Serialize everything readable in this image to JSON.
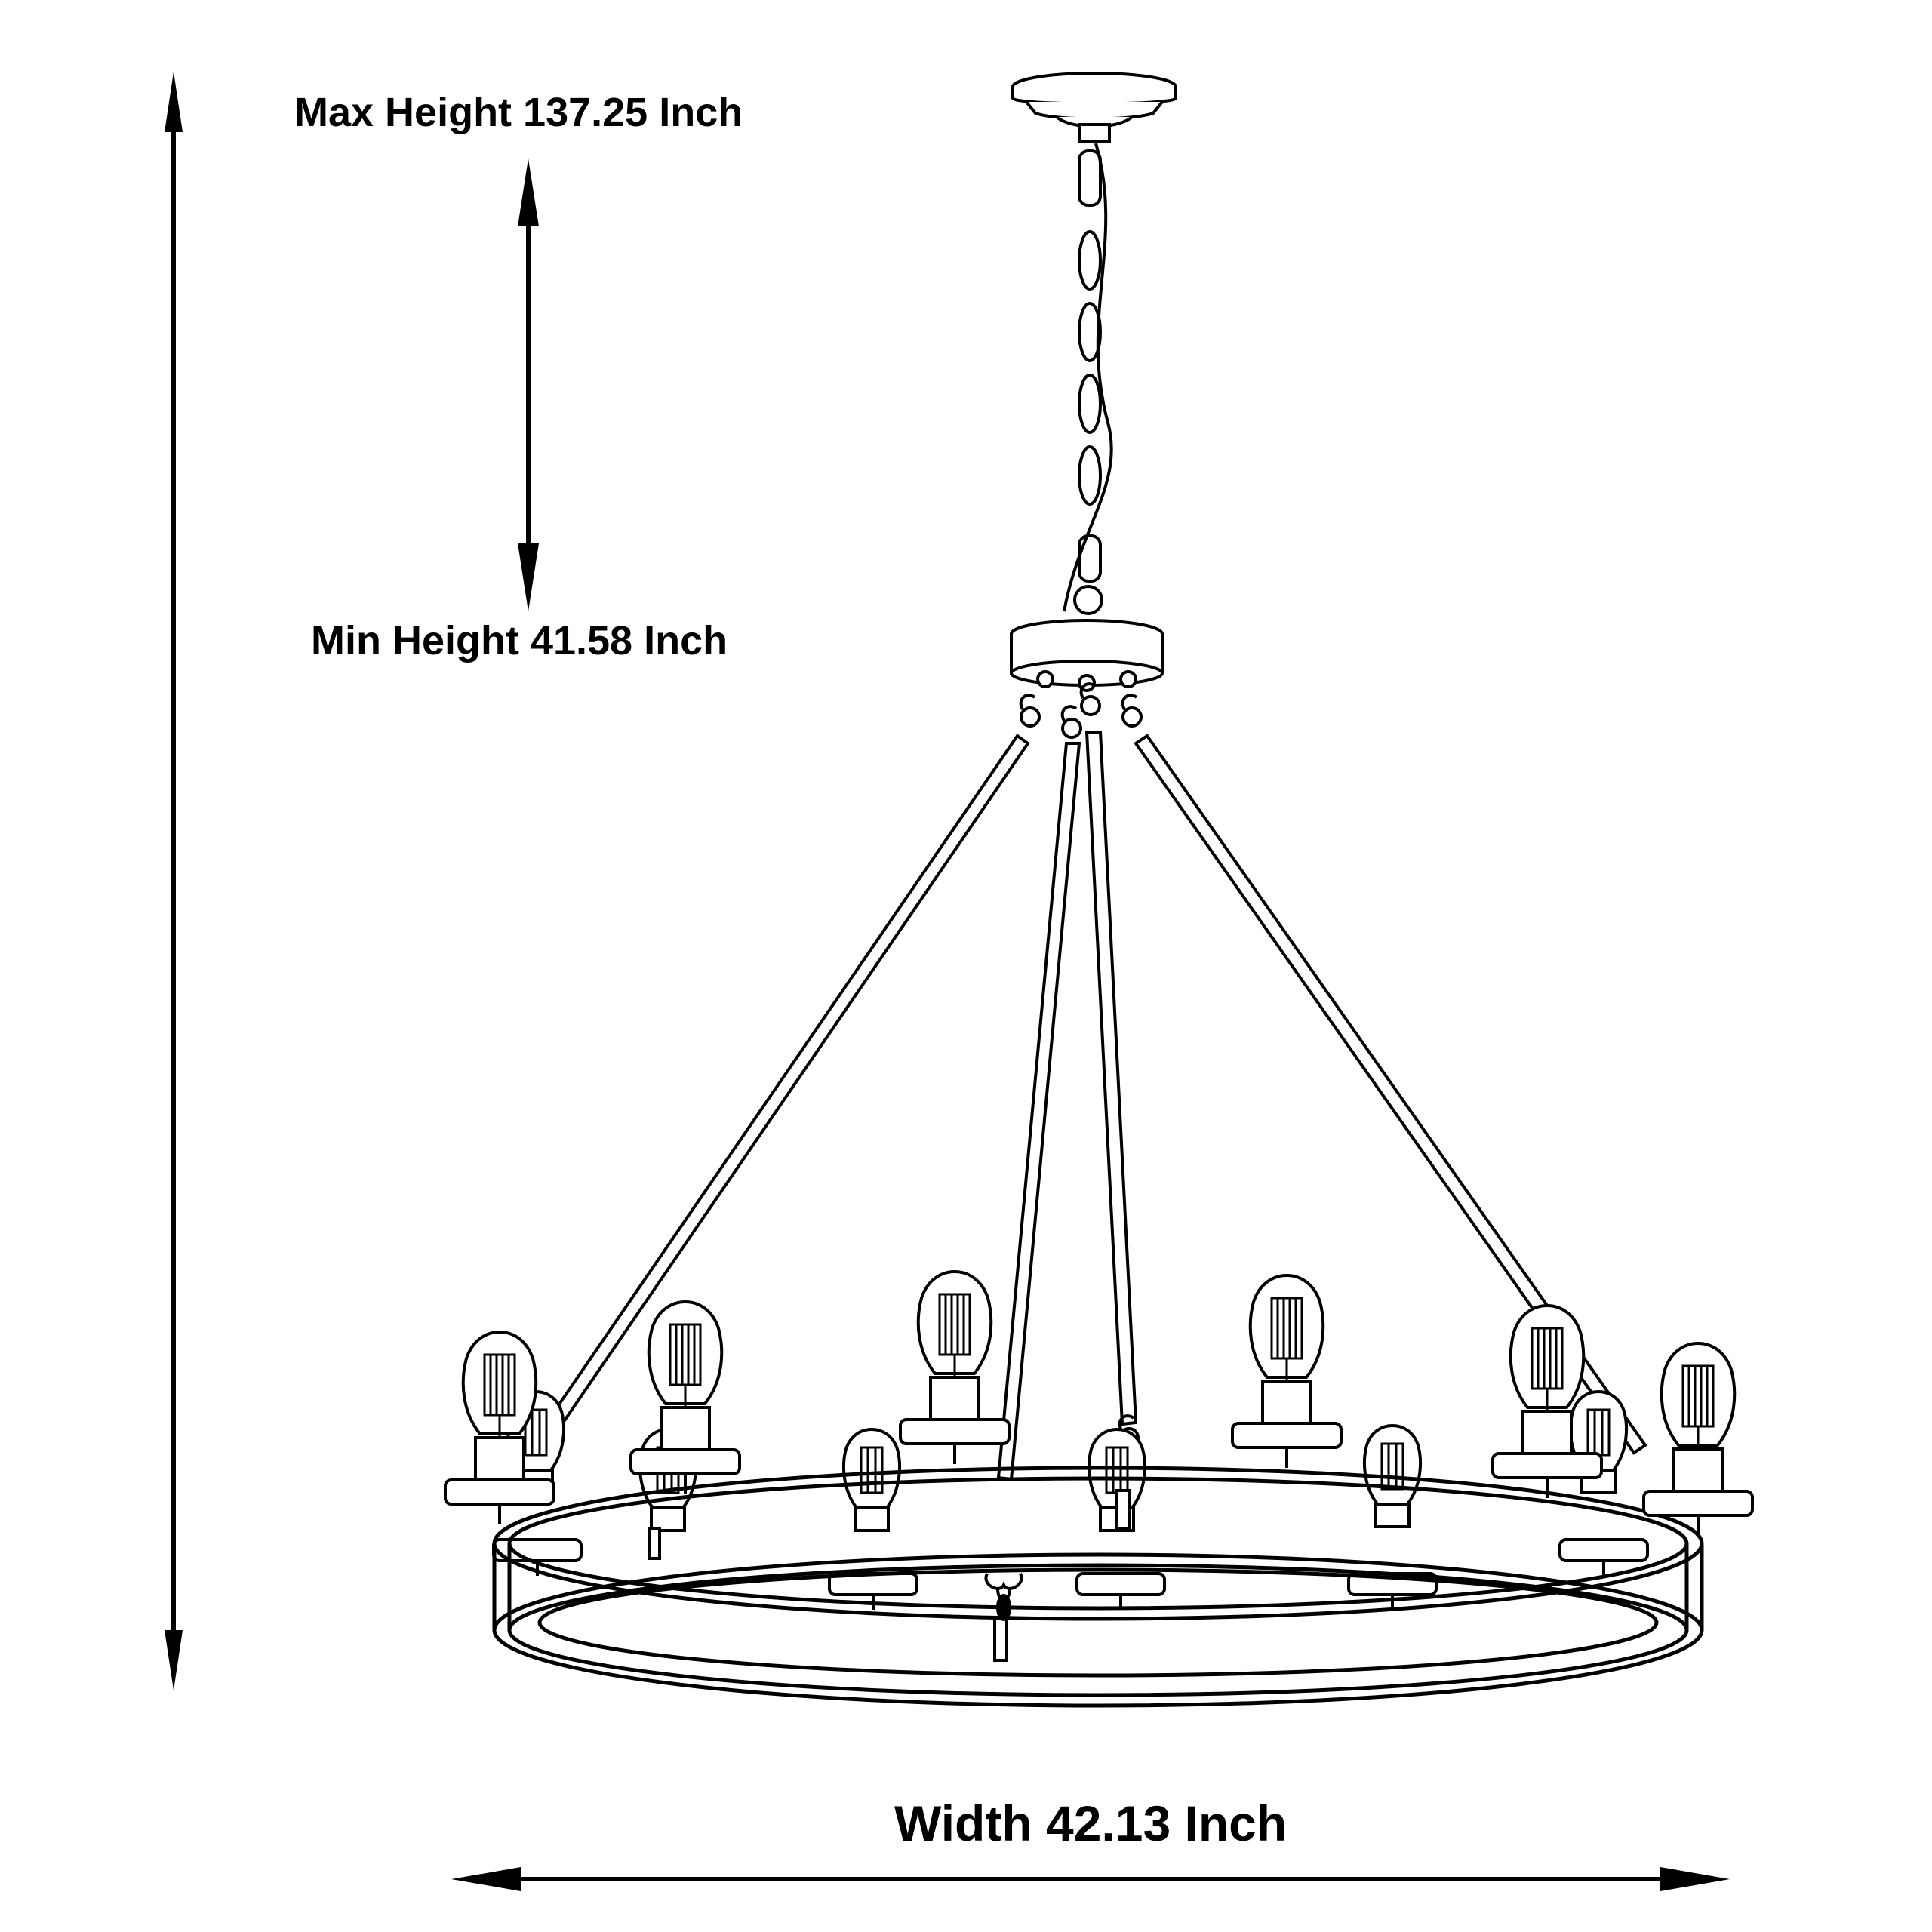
{
  "dimensions": {
    "max_height": "Max Height 137.25 Inch",
    "min_height": "Min Height 41.58 Inch",
    "width": "Width 42.13 Inch"
  },
  "illustration": {
    "subject": "wagon-wheel-chandelier-icon",
    "bulb_count": 12,
    "line_color": "#000000",
    "background": "#ffffff"
  }
}
